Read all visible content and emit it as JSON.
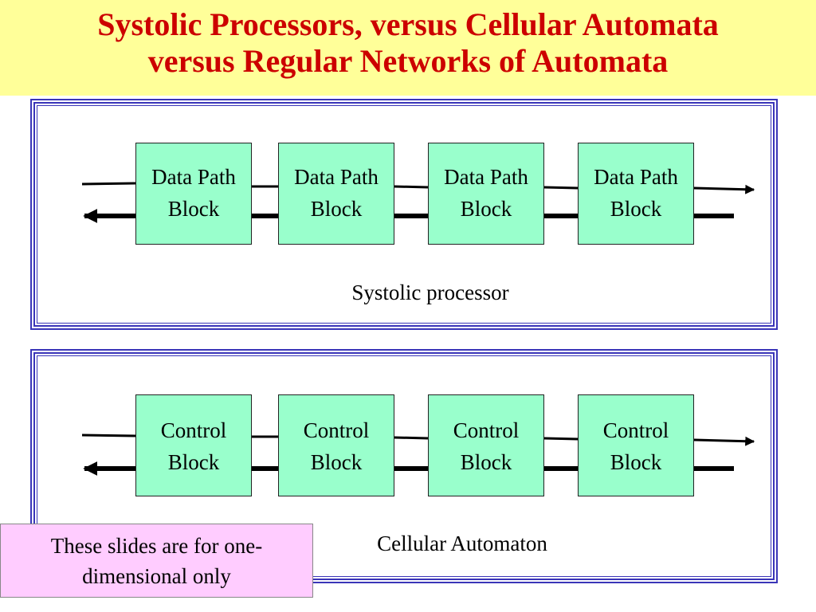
{
  "title": {
    "line1": "Systolic Processors, versus Cellular Automata",
    "line2": "versus Regular Networks of Automata"
  },
  "systolic": {
    "blocks": [
      {
        "line1": "Data Path",
        "line2": "Block"
      },
      {
        "line1": "Data Path",
        "line2": "Block"
      },
      {
        "line1": "Data Path",
        "line2": "Block"
      },
      {
        "line1": "Data Path",
        "line2": "Block"
      }
    ],
    "caption": "Systolic processor"
  },
  "cellular": {
    "blocks": [
      {
        "line1": "Control",
        "line2": "Block"
      },
      {
        "line1": "Control",
        "line2": "Block"
      },
      {
        "line1": "Control",
        "line2": "Block"
      },
      {
        "line1": "Control",
        "line2": "Block"
      }
    ],
    "caption": "Cellular Automaton"
  },
  "note": {
    "line1": "These slides are for one-",
    "line2": "dimensional only"
  },
  "colors": {
    "title_text": "#cc0000",
    "title_background": "#ffff99",
    "block_fill": "#99ffcc",
    "panel_border": "#3a35b8",
    "note_background": "#ffccff"
  }
}
